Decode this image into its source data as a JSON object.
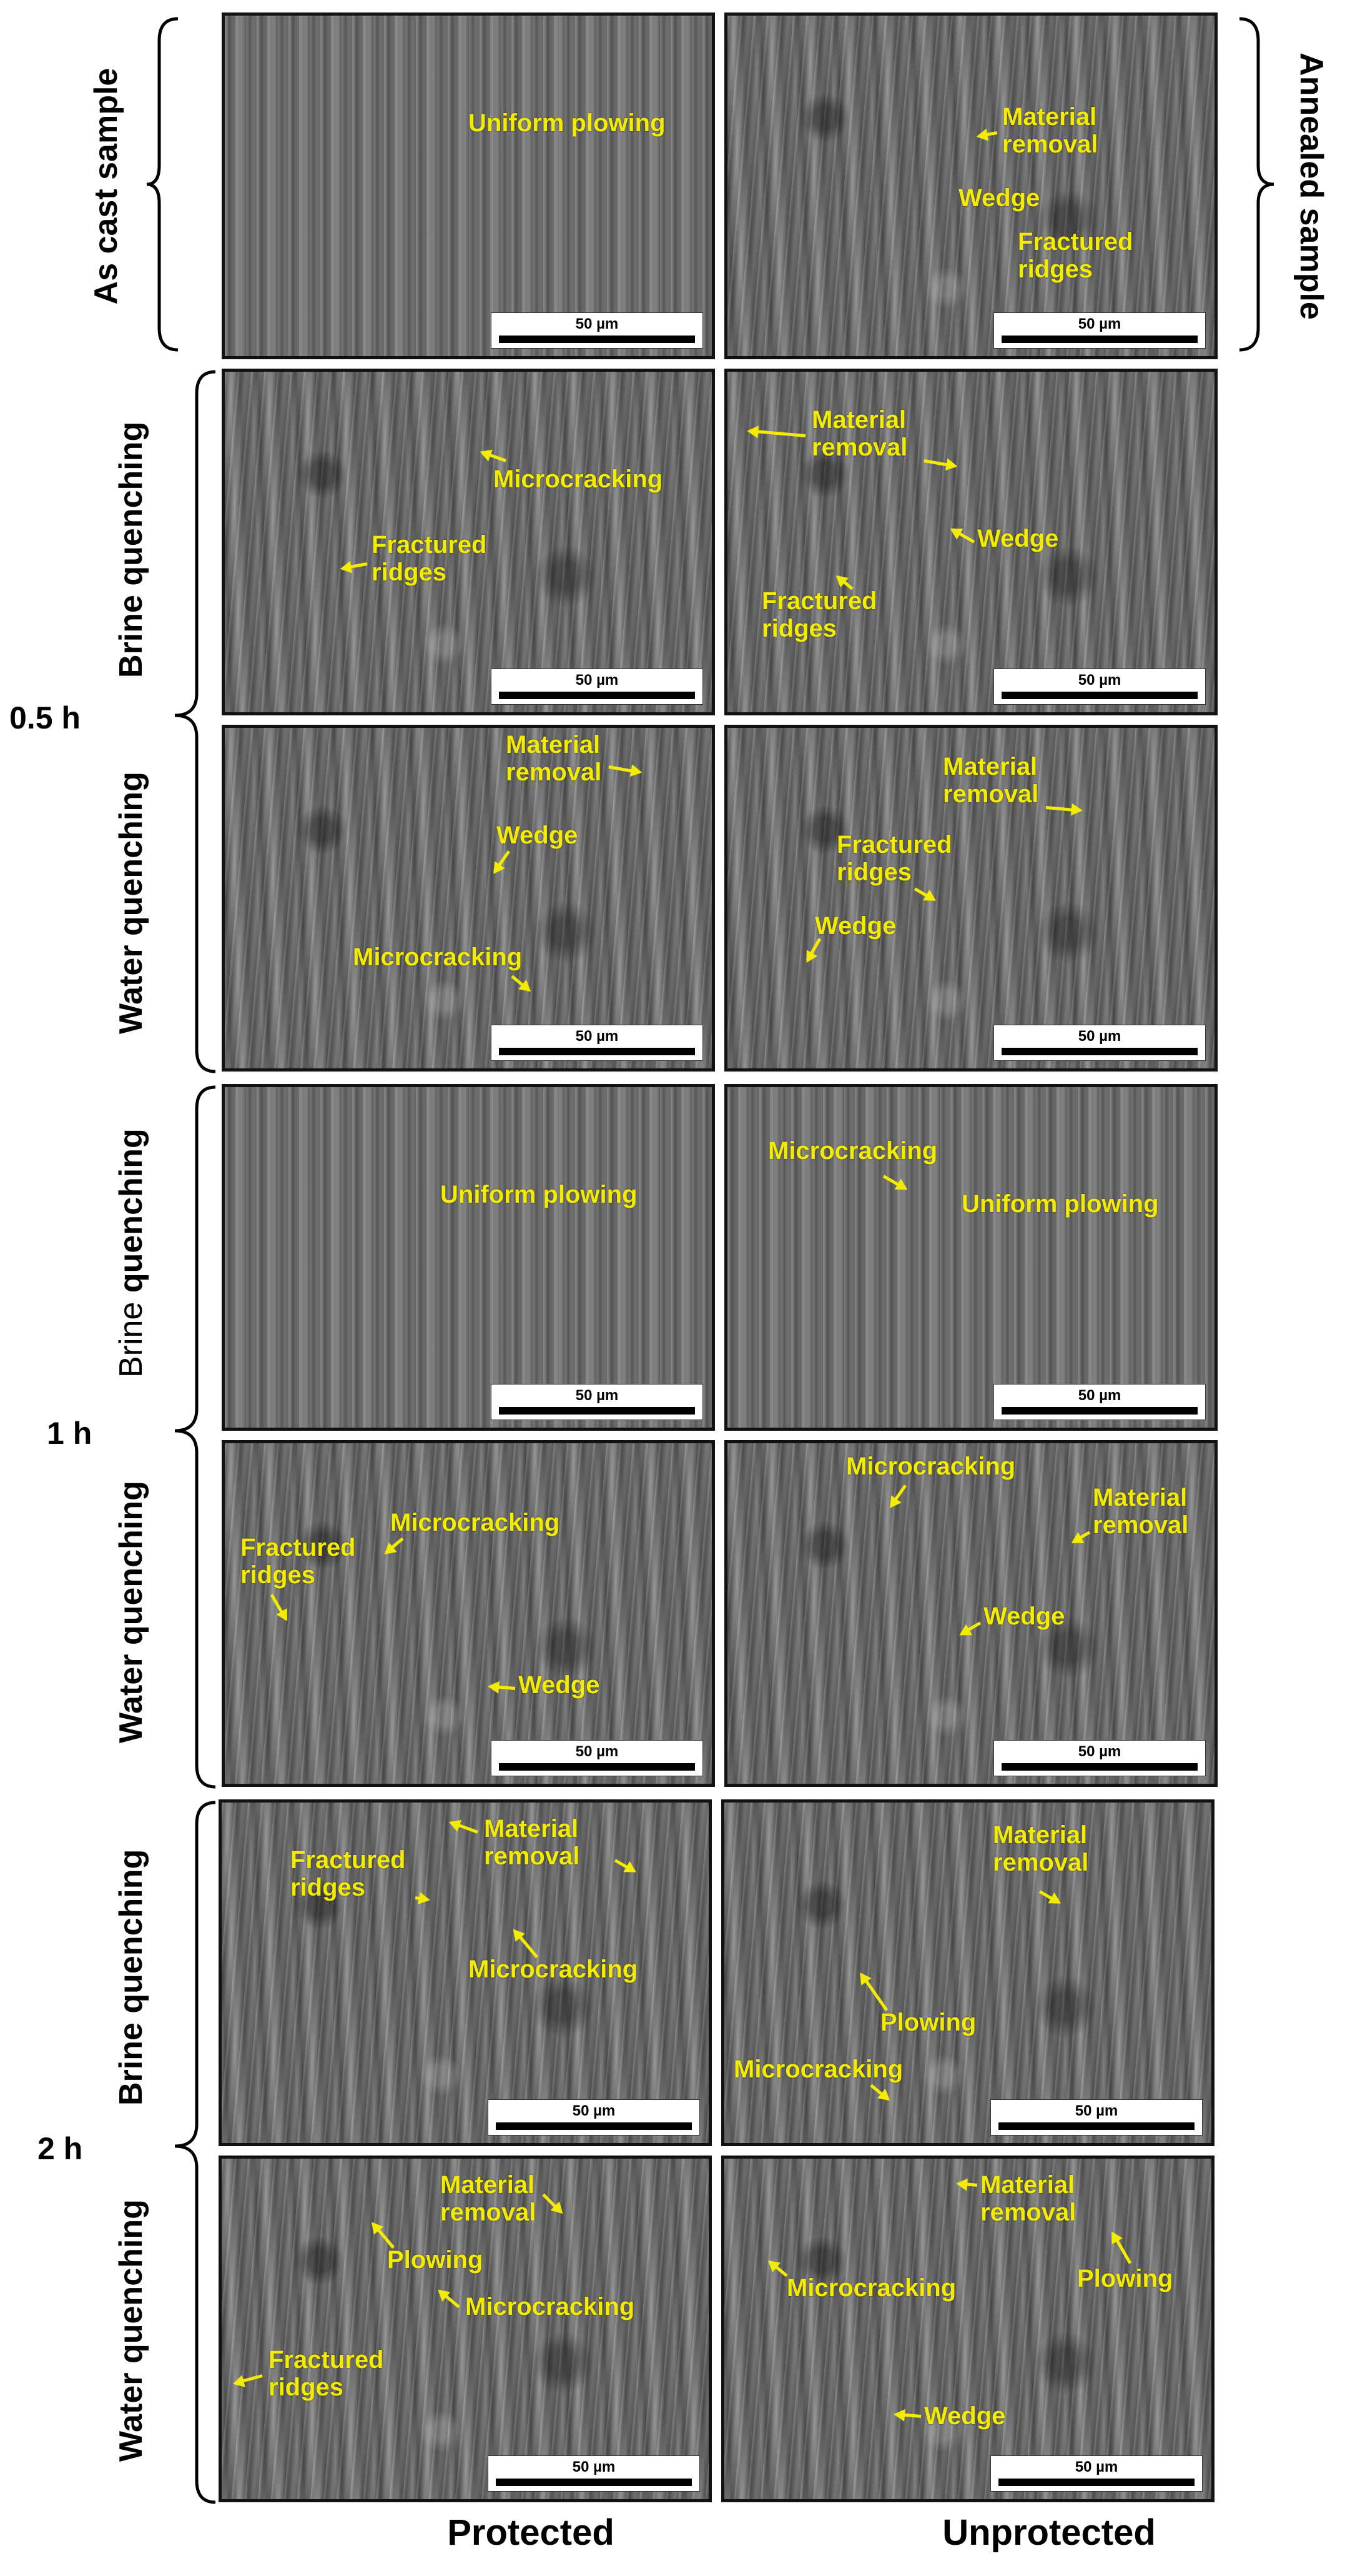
{
  "scale_bar": "50 µm",
  "left_labels": {
    "as_cast": "As cast sample",
    "brine": "Brine quenching",
    "water": "Water quenching",
    "brine_part1": "Brine",
    "brine_part2": " quenching"
  },
  "right_label": "Annealed sample",
  "times": {
    "t05": "0.5 h",
    "t1": "1 h",
    "t2": "2 h"
  },
  "columns": {
    "protected": "Protected",
    "unprotected": "Unprotected"
  },
  "annotations": {
    "uniform_plowing": "Uniform plowing",
    "material": "Material",
    "removal": "removal",
    "wedge": "Wedge",
    "fractured": "Fractured",
    "ridges": "ridges",
    "microcracking": "Microcracking",
    "plowing": "Plowing"
  }
}
